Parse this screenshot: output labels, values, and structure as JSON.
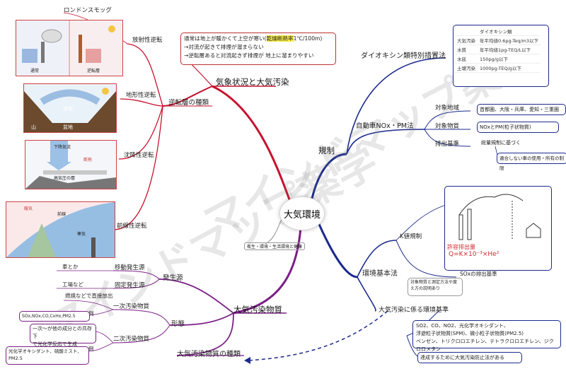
{
  "center": "大気環境",
  "colors": {
    "red_branch": "#c8102e",
    "navy_branch": "#1c2a8c",
    "purple_branch": "#7b1f86",
    "highlight": "#f7ec45"
  },
  "weather": {
    "title": "気象状況と大気汚染",
    "note_line1": "通常は地上が暖かくて上空が寒い(",
    "note_highlight": "乾燥断熱率",
    "note_line1_end": "1℃/100m)",
    "note_line2": "→対流が起きて排煙が溜まらない",
    "note_line3": "→逆転層あると対流起きず排煙が 地上に溜まりやすい",
    "inversion_types": "逆転層の種類",
    "radiation": "放射性逆転",
    "london_smog": "ロンドンスモッグ",
    "terrain": "地形性逆転",
    "subsidence": "沈降性逆転",
    "frontal": "前線性逆転",
    "pic_normal": "通常",
    "pic_inversion": "逆転層",
    "pic_mountain": "山",
    "pic_basin": "盆地",
    "pic_reverse": "逆気",
    "pic_down": "下降気流",
    "pic_heat": "断熱",
    "pic_highpress": "高気圧の層",
    "pic_cold": "寒気",
    "pic_warm": "暖気",
    "pic_front": "前線"
  },
  "regulation": {
    "title": "規制",
    "dioxin": "ダイオキシン類特別措置法",
    "dioxin_table": [
      [
        "",
        "ダイオキシン類"
      ],
      [
        "大気汚染",
        "年平均値0.6pg-Teq/m3以下"
      ],
      [
        "水質",
        "年平均値1pg-TEQ/L以下"
      ],
      [
        "水底",
        "150pg/g以下"
      ],
      [
        "土壌汚染",
        "1000pg-TEQ/g以下"
      ]
    ],
    "nox_pm": "自動車NOx・PM法",
    "target_area": "対象地域",
    "target_area_value": "首都圏、大阪・兵庫、愛知・三重圏",
    "target_substance": "対象物質",
    "target_substance_value": "NOxとPM(粒子状物質)",
    "emission_standard": "排出基準",
    "emission_standard_value": "総量規制に基づく",
    "emission_note": "適合しない車の使用・所有の制限"
  },
  "env_standard": {
    "title": "環境基本法",
    "k_value": "K値規制",
    "sox": "SOxの排出基準",
    "handwritten": "許容排出量",
    "standard_for_pollution": "大気汚染に係る環境基準",
    "standard_note": "対象物質と測定方法や度え方の説明あり",
    "substances_line1": "SO2、CO、NO2、光化学オキシダント、",
    "substances_line2": "浮遊粒子状物質(SPM)、微小粒子状物質(PM2.5)",
    "substances_line3": "ベンゼン、トリクロロエチレン、テトラクロロエチレン、ジクロロメタン",
    "achievement": "達成するために大気汚染防止法がある"
  },
  "pollutants": {
    "title": "大気汚染物質",
    "source": "発生源",
    "mobile": "移動発生源",
    "mobile_example": "車とか",
    "fixed": "固定発生源",
    "fixed_example": "工場など",
    "form": "形態",
    "primary": "一次汚染物質",
    "primary_desc": "燃焼などで直接放出",
    "example": "例",
    "primary_list": "SOx,NOx,CO,CxHx,PM2.5",
    "secondary": "二次汚染物質",
    "secondary_desc1": "一次〜が他の成分との共存下",
    "secondary_desc2": "で光化学反応で生成",
    "secondary_list1": "光化学オキシダント、硫酸ミスト、",
    "secondary_list2": "PM2.5",
    "types": "大気汚染物質の種類"
  },
  "misc": {
    "source_tag": "衛生・環境・生活環境と健康",
    "watermark1": "マインドマップ薬学",
    "watermark2": "マインドマップ薬学"
  }
}
